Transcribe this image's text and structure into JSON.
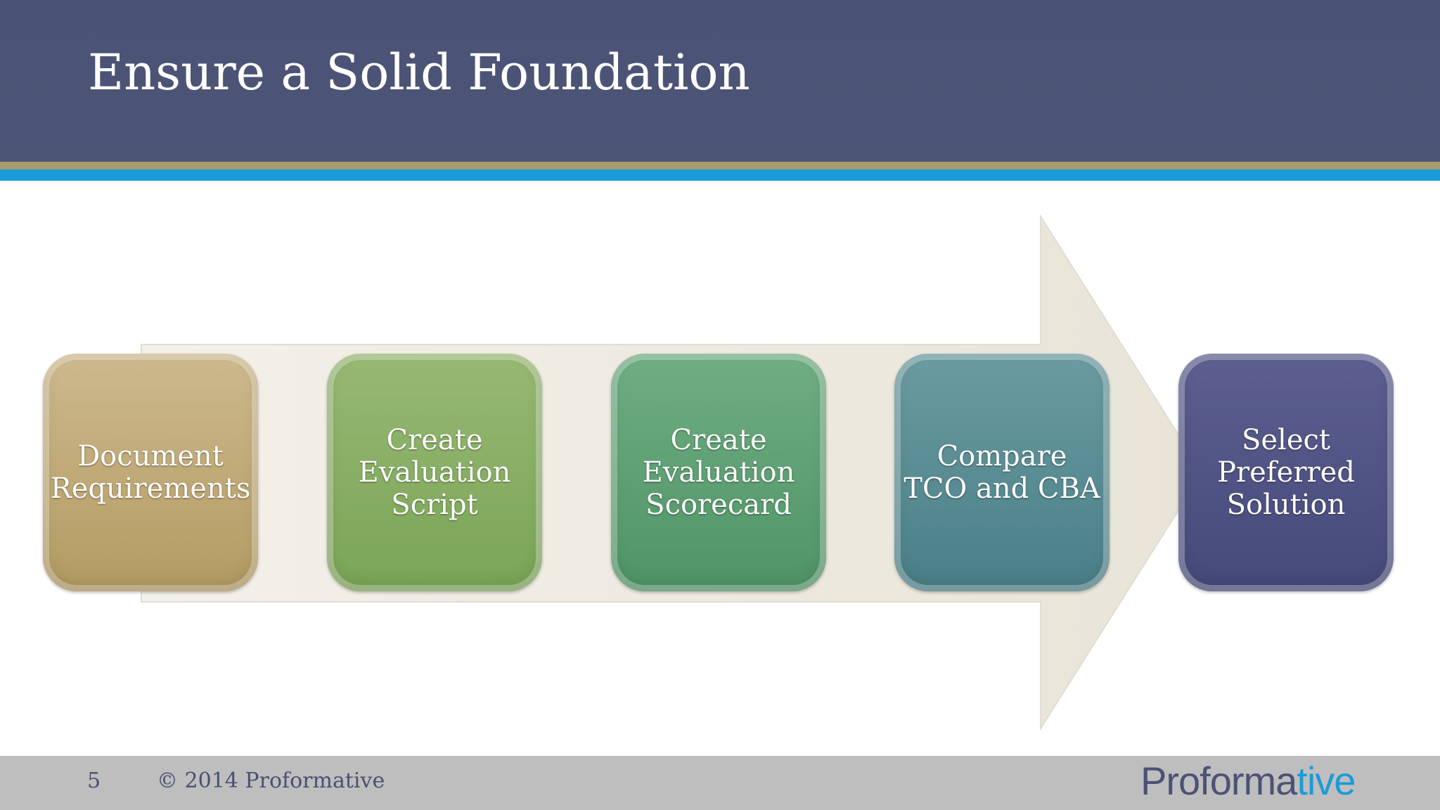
{
  "slide": {
    "title": "Ensure a Solid Foundation",
    "steps": [
      {
        "label": "Document Requirements",
        "color": "#c2ac78"
      },
      {
        "label": "Create Evaluation Script",
        "color": "#88ae65"
      },
      {
        "label": "Create Evaluation Scorecard",
        "color": "#5fa074"
      },
      {
        "label": "Compare TCO and CBA",
        "color": "#5a8d94"
      },
      {
        "label": "Select Preferred Solution",
        "color": "#505484"
      }
    ]
  },
  "footer": {
    "page_number": "5",
    "copyright": "© 2014 Proformative",
    "logo_part1": "Proforma",
    "logo_part2": "tive"
  },
  "colors": {
    "header": "#4b5477",
    "gold_rule": "#a89b6c",
    "blue_rule": "#1a9bd7",
    "footer": "#bebebe"
  }
}
